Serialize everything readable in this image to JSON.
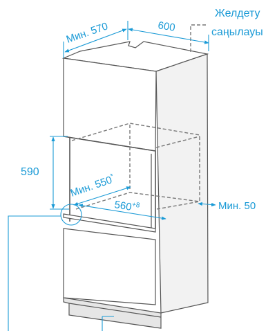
{
  "labels": {
    "vent_line1": "Желдету",
    "vent_line2": "саңылауы",
    "min_570": "Мин. 570",
    "w_600": "600",
    "h_590": "590",
    "min_550": "Мин. 550",
    "min_550_sup": "*",
    "w_560": "560",
    "w_560_sup": "+8",
    "min_50": "Мин. 50"
  },
  "colors": {
    "accent": "#1a9ad6",
    "outline": "#555555"
  }
}
